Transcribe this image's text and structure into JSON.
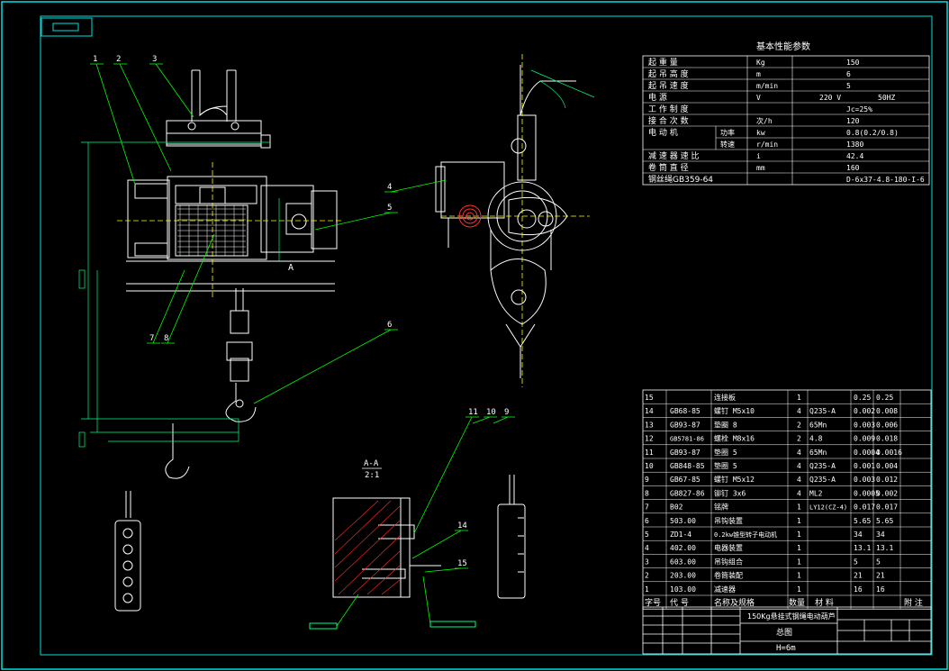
{
  "colors": {
    "frame": "#00e0e0",
    "line": "#ffffff",
    "leader": "#00ff00",
    "dim": "#00ff80",
    "accent": "#ff3030",
    "hatch": "#ff3030",
    "yellow": "#ffff00",
    "table": "#ffffff"
  },
  "balloons": [
    "1",
    "2",
    "3",
    "4",
    "5",
    "6",
    "7",
    "8",
    "11",
    "10",
    "9",
    "14",
    "15"
  ],
  "view_a_label": "A",
  "section": {
    "label": "A-A",
    "scale": "2:1"
  },
  "perf_table": {
    "title": "基本性能参数",
    "rows": [
      {
        "name": "起 重 量",
        "unit": "Kg",
        "value": "150"
      },
      {
        "name": "起 吊 高 度",
        "unit": "m",
        "value": "6"
      },
      {
        "name": "起 吊 速 度",
        "unit": "m/min",
        "value": "5"
      },
      {
        "name": "电 源",
        "unit": "V",
        "value": "220 V",
        "value2": "50HZ"
      },
      {
        "name": "工 作 制 度",
        "unit": "",
        "value": "Jc=25%"
      },
      {
        "name": "接 合 次 数",
        "unit": "次/h",
        "value": "120"
      },
      {
        "name": "电 动 机",
        "sub": "功率",
        "unit": "kw",
        "value": "0.8(0.2/0.8)"
      },
      {
        "name": "",
        "sub": "转速",
        "unit": "r/min",
        "value": "1380"
      },
      {
        "name": "减 速 器 速 比",
        "unit": "i",
        "value": "42.4"
      },
      {
        "name": "卷 筒 直 径",
        "unit": "mm",
        "value": "160"
      },
      {
        "name": "钢丝绳GB359-64",
        "unit": "",
        "value": "D-6x37-4.8-180-I-6"
      }
    ]
  },
  "bom": {
    "rows": [
      {
        "no": "15",
        "code": "",
        "name": "连接板",
        "qty": "1",
        "mat": "",
        "w1": "0.25",
        "w2": "0.25"
      },
      {
        "no": "14",
        "code": "GB68-85",
        "name": "螺钉 M5x10",
        "qty": "4",
        "mat": "Q235-A",
        "w1": "0.002",
        "w2": "0.008"
      },
      {
        "no": "13",
        "code": "GB93-87",
        "name": "垫圈 8",
        "qty": "2",
        "mat": "65Mn",
        "w1": "0.003",
        "w2": "0.006"
      },
      {
        "no": "12",
        "code": "GB5781-86",
        "name": "螺栓 M8x16",
        "qty": "2",
        "mat": "4.8",
        "w1": "0.009",
        "w2": "0.018"
      },
      {
        "no": "11",
        "code": "GB93-87",
        "name": "垫圈 5",
        "qty": "4",
        "mat": "65Mn",
        "w1": "0.0004",
        "w2": "0.0016"
      },
      {
        "no": "10",
        "code": "GB848-85",
        "name": "垫圈 5",
        "qty": "4",
        "mat": "Q235-A",
        "w1": "0.001",
        "w2": "0.004"
      },
      {
        "no": "9",
        "code": "GB67-85",
        "name": "螺钉 M5x12",
        "qty": "4",
        "mat": "Q235-A",
        "w1": "0.003",
        "w2": "0.012"
      },
      {
        "no": "8",
        "code": "GB827-86",
        "name": "铆钉 3x6",
        "qty": "4",
        "mat": "ML2",
        "w1": "0.0005",
        "w2": "0.002"
      },
      {
        "no": "7",
        "code": "B02",
        "name": "铭牌",
        "qty": "1",
        "mat": "LY12(CZ-4)",
        "w1": "0.017",
        "w2": "0.017"
      },
      {
        "no": "6",
        "code": "503.00",
        "name": "吊钩装置",
        "qty": "1",
        "mat": "",
        "w1": "5.65",
        "w2": "5.65"
      },
      {
        "no": "5",
        "code": "ZD1-4",
        "name": "0.2kw锥型转子电动机",
        "qty": "1",
        "mat": "",
        "w1": "34",
        "w2": "34"
      },
      {
        "no": "4",
        "code": "402.00",
        "name": "电器装置",
        "qty": "1",
        "mat": "",
        "w1": "13.1",
        "w2": "13.1"
      },
      {
        "no": "3",
        "code": "603.00",
        "name": "吊钩组合",
        "qty": "1",
        "mat": "",
        "w1": "5",
        "w2": "5"
      },
      {
        "no": "2",
        "code": "203.00",
        "name": "卷筒装配",
        "qty": "1",
        "mat": "",
        "w1": "21",
        "w2": "21"
      },
      {
        "no": "1",
        "code": "103.00",
        "name": "减速器",
        "qty": "1",
        "mat": "",
        "w1": "16",
        "w2": "16"
      }
    ],
    "header": {
      "no": "字号",
      "code": "代 号",
      "name": "名称及规格",
      "qty": "数量",
      "mat": "材 料",
      "w": "",
      "note": "附 注"
    }
  },
  "title_block": {
    "title": "150Kg悬挂式钢绳电动葫芦",
    "sub": "总图",
    "height": "H=6m"
  }
}
